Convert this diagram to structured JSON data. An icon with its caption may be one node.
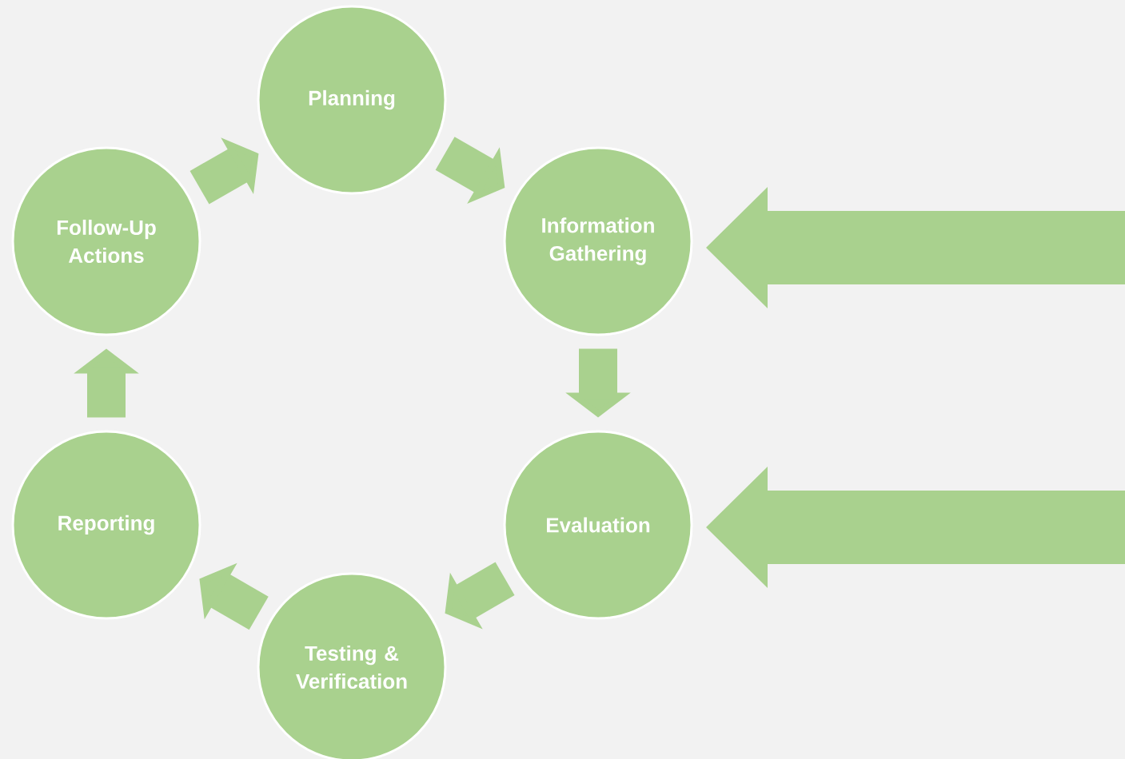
{
  "diagram": {
    "nodes": [
      {
        "text": [
          "Planning"
        ]
      },
      {
        "text": [
          "Information Gathering"
        ]
      },
      {
        "text": [
          "Evaluation"
        ]
      },
      {
        "text": [
          "Testing & Verification"
        ]
      },
      {
        "text": [
          "Reporting"
        ]
      },
      {
        "text": [
          "Follow-Up Actions"
        ]
      }
    ],
    "edges": [
      {
        "from": 0,
        "to": 1,
        "arrow": "to"
      },
      {
        "from": 1,
        "to": 2,
        "arrow": "to"
      },
      {
        "from": 2,
        "to": 3,
        "arrow": "to"
      },
      {
        "from": 3,
        "to": 4,
        "arrow": "to"
      },
      {
        "from": 4,
        "to": 5,
        "arrow": "to"
      },
      {
        "from": 5,
        "to": 0,
        "arrow": "to"
      },
      {
        "from": null,
        "to": 1,
        "arrow": "to",
        "style": "thick"
      },
      {
        "from": null,
        "to": 2,
        "arrow": "to",
        "style": "thick"
      }
    ]
  }
}
